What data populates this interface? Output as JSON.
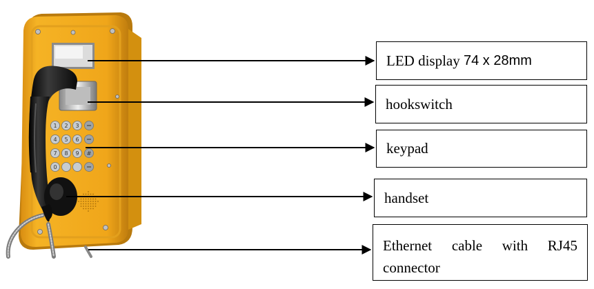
{
  "callouts": {
    "led": {
      "text": "LED display",
      "spec": "74 x 28mm"
    },
    "hookswitch": {
      "text": "hookswitch"
    },
    "keypad": {
      "text": "keypad"
    },
    "handset": {
      "text": "handset"
    },
    "ethernet": {
      "line1_words": [
        "Ethernet",
        "cable",
        "with",
        "RJ45"
      ],
      "line2": "connector"
    }
  },
  "keypad_keys": [
    "1",
    "2",
    "3",
    "",
    "4",
    "5",
    "6",
    "",
    "7",
    "8",
    "9",
    "#",
    "0",
    ""
  ],
  "colors": {
    "housing": "#f0a61a",
    "housing_dark": "#c98310",
    "handset": "#141414",
    "arrow": "#000000"
  }
}
